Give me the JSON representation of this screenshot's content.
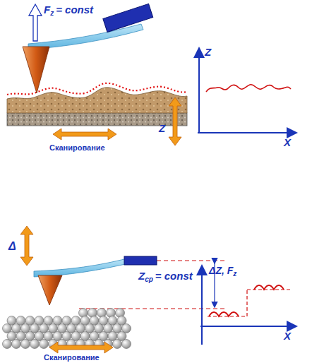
{
  "diagram": {
    "labels": [
      "F",
      "z",
      "= const",
      "Z",
      "Сканирование",
      "Z",
      "X",
      "Δ",
      "Z",
      "ср",
      "= const",
      "Сканирование",
      "ΔZ, F",
      "z",
      "X"
    ]
  }
}
